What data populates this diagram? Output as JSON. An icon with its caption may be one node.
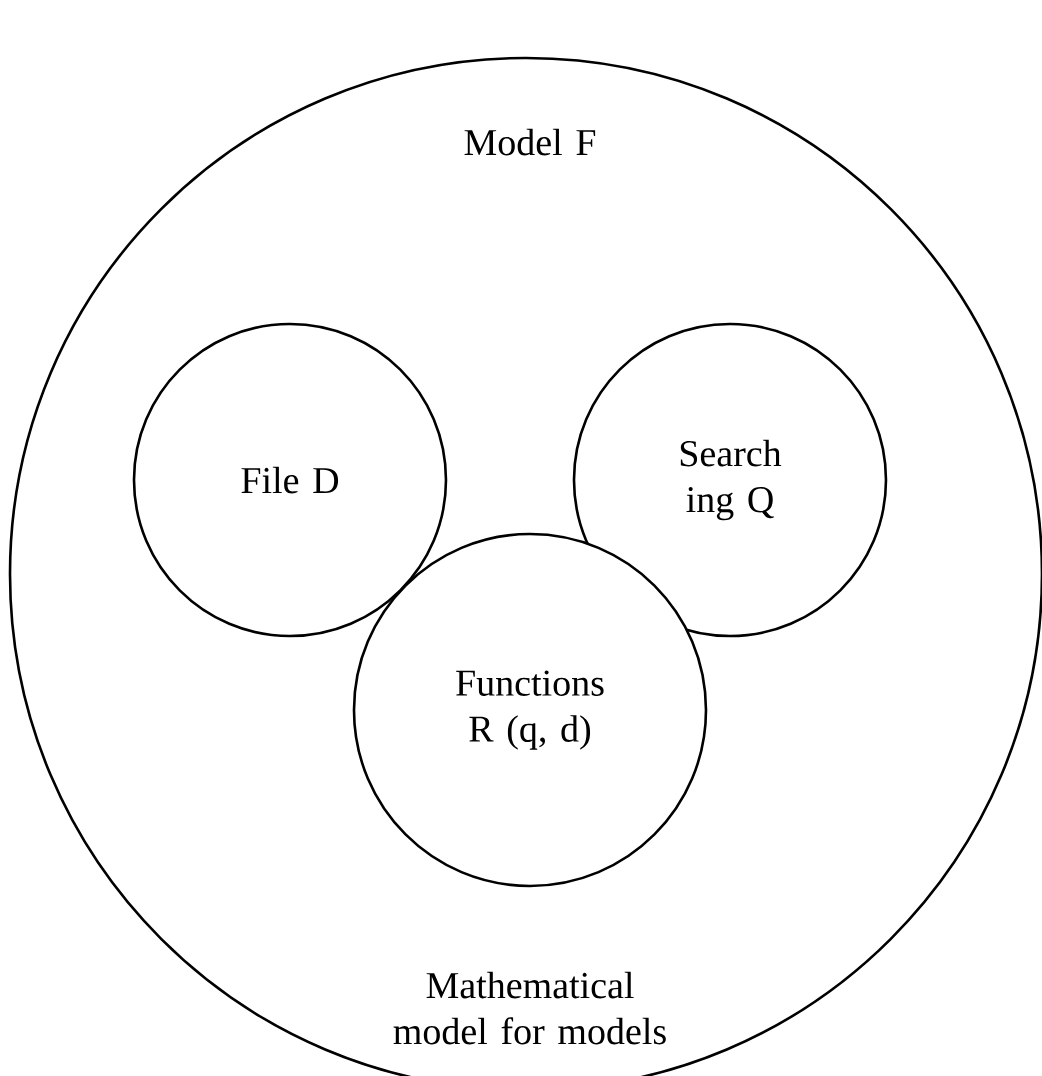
{
  "diagram": {
    "nodes": [
      {
        "text": [
          "Model F",
          "Mathematical model for models"
        ]
      },
      {
        "text": [
          "File D"
        ],
        "in": 0
      },
      {
        "text": [
          "Search ing Q"
        ],
        "in": 0
      },
      {
        "text": [
          "Functions R (q, d)"
        ],
        "in": 0
      }
    ]
  }
}
